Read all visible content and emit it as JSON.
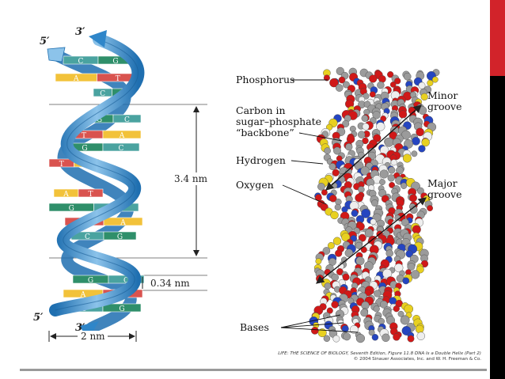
{
  "helix_labels": {
    "five_prime_top": "5′",
    "three_prime_top": "3′",
    "five_prime_bottom": "5′",
    "three_prime_bottom": "3′",
    "pitch": "3.4 nm",
    "base_spacing": "0.34 nm",
    "width": "2 nm"
  },
  "base_pairs": [
    {
      "left": "C",
      "right": "G"
    },
    {
      "left": "A",
      "right": "T"
    },
    {
      "left": "C",
      "right": "G"
    },
    {
      "left": "G",
      "right": "C"
    },
    {
      "left": "T",
      "right": "A"
    },
    {
      "left": "G",
      "right": "C"
    },
    {
      "left": "T",
      "right": "A"
    },
    {
      "left": "A",
      "right": "T"
    },
    {
      "left": "G",
      "right": "C"
    },
    {
      "left": "T",
      "right": "A"
    },
    {
      "left": "C",
      "right": "G"
    },
    {
      "left": "G",
      "right": "C"
    },
    {
      "left": "A",
      "right": "T"
    },
    {
      "left": "C",
      "right": "G"
    }
  ],
  "model_labels": {
    "phosphorus": "Phosphorus",
    "carbon_1": "Carbon in",
    "carbon_2": "sugar–phosphate",
    "carbon_3": "“backbone”",
    "hydrogen": "Hydrogen",
    "oxygen": "Oxygen",
    "minor_1": "Minor",
    "minor_2": "groove",
    "major_1": "Major",
    "major_2": "groove",
    "bases": "Bases"
  },
  "credit": {
    "line1": "LIFE: THE SCIENCE OF BIOLOGY, Seventh Edition, Figure 11.8 DNA Is a Double Helix (Part 2)",
    "line2": "© 2004 Sinauer Associates, Inc. and W. H. Freeman & Co."
  },
  "colors": {
    "strand_blue": "#2f86c9",
    "strand_light": "#8cc3ea",
    "base_green": "#2f8f6a",
    "base_yellow": "#f2c23a",
    "base_red": "#d9534f",
    "base_teal": "#4aa3a0",
    "atom_red": "#d01818",
    "atom_gray": "#9b9b9b",
    "atom_white": "#eeeeee",
    "atom_blue": "#2545c0",
    "atom_yellow": "#e8d020",
    "sidebar_red": "#d2232a"
  }
}
